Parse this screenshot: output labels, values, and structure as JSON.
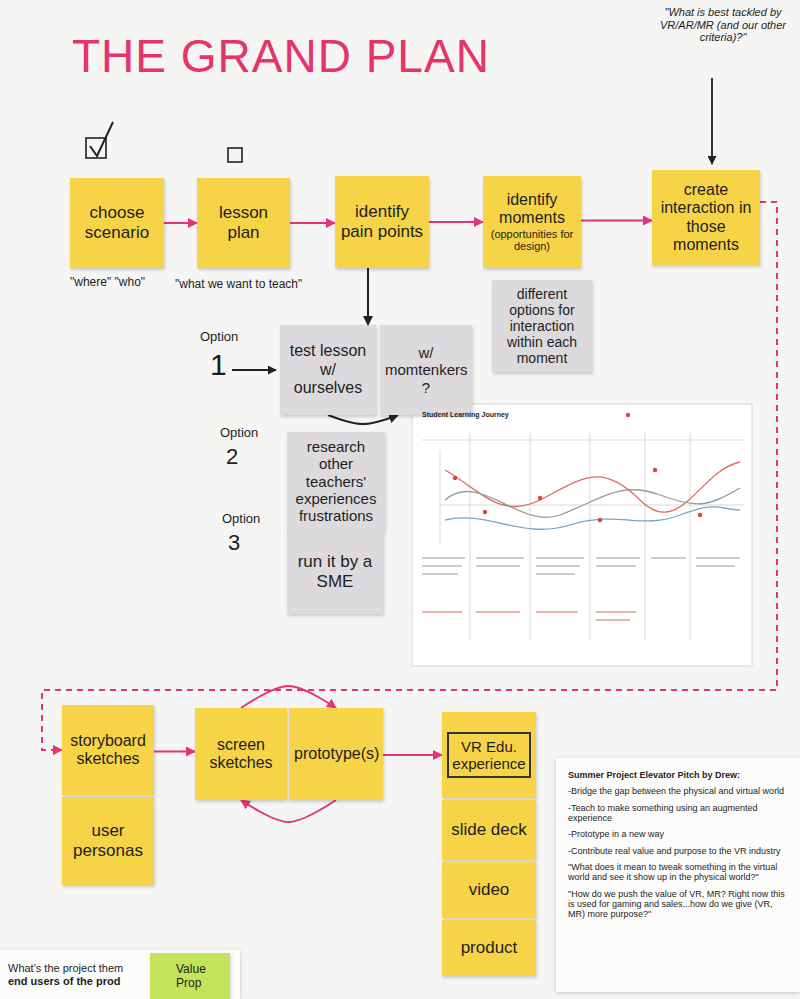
{
  "diagram": {
    "title": "THE GRAND PLAN",
    "nodes": [
      {
        "text": [
          "choose scenario"
        ]
      },
      {
        "text": [
          "lesson plan"
        ]
      },
      {
        "text": [
          "identify pain points"
        ]
      },
      {
        "text": [
          "identify moments",
          "(opportunities for design)"
        ]
      },
      {
        "text": [
          "create interaction in those moments"
        ]
      },
      {
        "text": [
          "different options for interaction within each moment"
        ]
      },
      {
        "text": [
          "test lesson w/ ourselves"
        ]
      },
      {
        "text": [
          "w/ momtenkers ?"
        ]
      },
      {
        "text": [
          "research other teachers' experiences frustrations"
        ]
      },
      {
        "text": [
          "run it by a SME"
        ]
      },
      {
        "text": [
          "storyboard sketches"
        ]
      },
      {
        "text": [
          "user personas"
        ]
      },
      {
        "text": [
          "screen sketches"
        ]
      },
      {
        "text": [
          "prototype(s)"
        ]
      },
      {
        "text": [
          "VR Edu. experience"
        ]
      },
      {
        "text": [
          "slide deck"
        ]
      },
      {
        "text": [
          "video"
        ]
      },
      {
        "text": [
          "product"
        ]
      },
      {
        "text": [
          "Summer Project Elevator Pitch by Drew:",
          "-Bridge the gap between the physical and virtual world",
          "-Teach to make something using an augmented experience",
          "-Prototype in a new way",
          "-Contribute real value and purpose to the VR industry",
          "\"What does it mean to tweak something in the virtual world and see it show up in the physical world?\"",
          "\"How do we push the value of VR, MR? Right now this is used for gaming and sales...how do we give (VR, MR) more purpose?\""
        ]
      },
      {
        "text": [
          "What's the project them",
          "end users of the prod"
        ]
      },
      {
        "text": [
          "Value Prop"
        ],
        "in": 19
      }
    ],
    "edges": [
      {
        "from": 0,
        "to": 1,
        "arrow": "to"
      },
      {
        "from": 1,
        "to": 2,
        "arrow": "to"
      },
      {
        "from": 2,
        "to": 3,
        "arrow": "to"
      },
      {
        "from": 3,
        "to": 4,
        "arrow": "to"
      },
      {
        "from": 2,
        "to": 6,
        "arrow": "to"
      },
      {
        "from": 6,
        "to": 7,
        "arrow": "to"
      },
      {
        "from": 4,
        "to": 10,
        "arrow": "to"
      },
      {
        "from": 10,
        "to": 12,
        "arrow": "to"
      },
      {
        "from": 12,
        "to": 13,
        "arrow": "to"
      },
      {
        "from": 13,
        "to": 12,
        "arrow": "to"
      },
      {
        "from": 13,
        "to": 14,
        "arrow": "to"
      }
    ],
    "labels": [
      "\"where\" \"who\"",
      "\"what we want to teach\"",
      "\"What is best tackled by VR/AR/MR (and our other criteria)?\"",
      "Option",
      "1",
      "Option",
      "2",
      "Option",
      "3",
      "Student Learning Journey"
    ]
  }
}
